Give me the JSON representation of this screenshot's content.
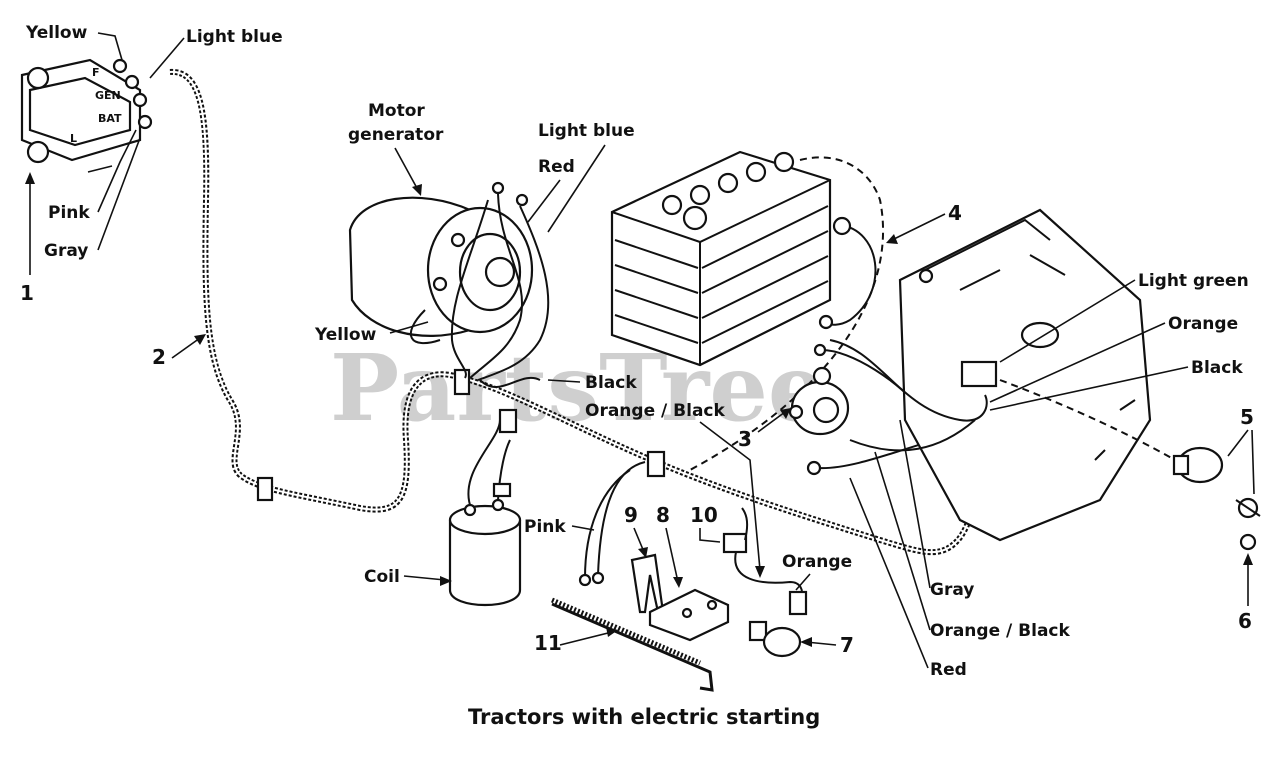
{
  "watermark": "PartsTree",
  "caption": "Tractors with electric starting",
  "regulator_terminals": {
    "f": "F",
    "gen": "GEN",
    "bat": "BAT",
    "l": "L"
  },
  "wire_labels": {
    "yellow_regulator": "Yellow",
    "light_blue_regulator": "Light blue",
    "pink_regulator": "Pink",
    "gray_regulator": "Gray",
    "motor_generator_line1": "Motor",
    "motor_generator_line2": "generator",
    "light_blue_generator": "Light blue",
    "red_generator": "Red",
    "yellow_generator": "Yellow",
    "black_center": "Black",
    "orange_black_center": "Orange / Black",
    "pink_coil": "Pink",
    "coil": "Coil",
    "orange_switch": "Orange",
    "light_green": "Light green",
    "orange_right": "Orange",
    "black_right": "Black",
    "gray_bottom": "Gray",
    "orange_black_bottom": "Orange / Black",
    "red_bottom": "Red"
  },
  "callouts": [
    "1",
    "2",
    "3",
    "4",
    "5",
    "6",
    "7",
    "8",
    "9",
    "10",
    "11"
  ]
}
